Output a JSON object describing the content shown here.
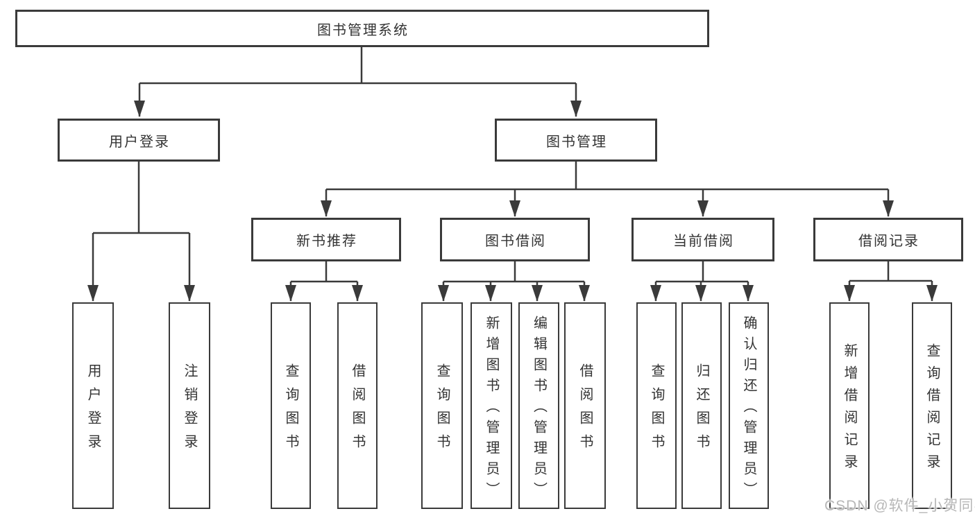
{
  "title": "图书管理系统",
  "colors": {
    "line": "#3a3a3a",
    "text": "#333333",
    "background": "#ffffff",
    "watermark": "#b7b7b7"
  },
  "nodes": {
    "root": "图书管理系统",
    "level2": [
      {
        "label": "用户登录",
        "children": [
          "用户登录",
          "注销登录"
        ]
      },
      {
        "label": "图书管理"
      }
    ],
    "level3": [
      {
        "label": "新书推荐",
        "children": [
          "查询图书",
          "借阅图书"
        ]
      },
      {
        "label": "图书借阅",
        "children": [
          "查询图书",
          "新增图书（管理员）",
          "编辑图书（管理员）",
          "借阅图书"
        ]
      },
      {
        "label": "当前借阅",
        "children": [
          "查询图书",
          "归还图书",
          "确认归还（管理员）"
        ]
      },
      {
        "label": "借阅记录",
        "children": [
          "新增借阅记录",
          "查询借阅记录"
        ]
      }
    ]
  },
  "watermark": "CSDN @软件_小贺同学"
}
